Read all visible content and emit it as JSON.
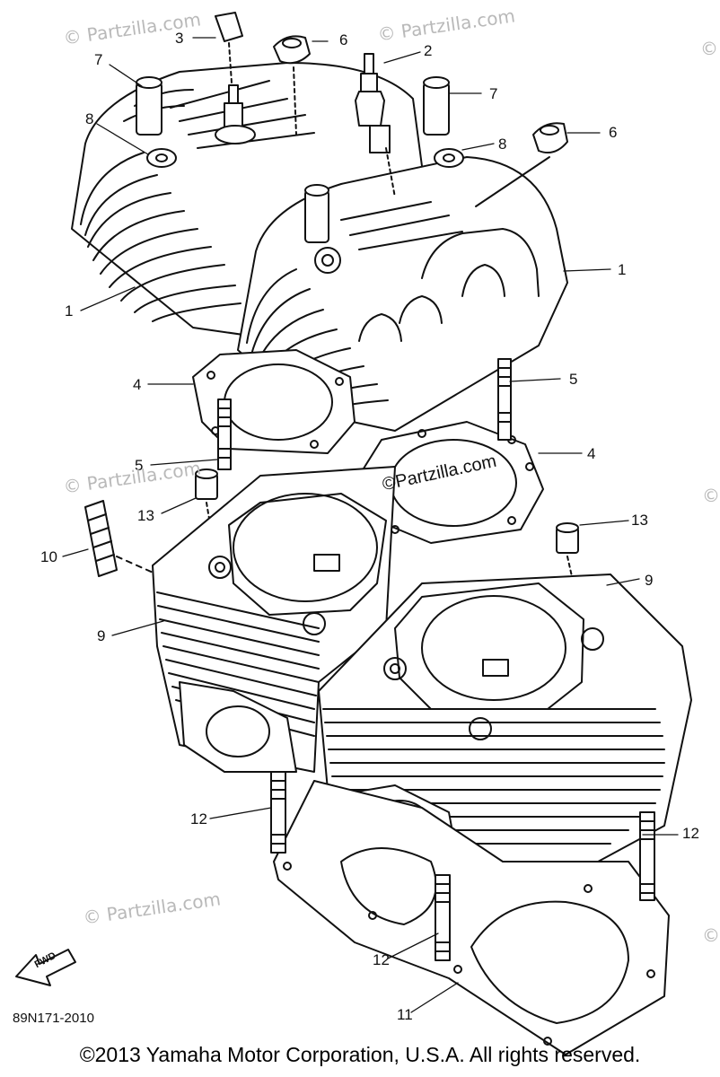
{
  "diagram": {
    "watermark": "© Partzilla.com",
    "watermark_main": "©Partzilla.com",
    "part_code": "89N171-2010",
    "fwd_label": "FWD",
    "copyright": "©2013 Yamaha Motor Corporation, U.S.A. All rights reserved.",
    "callouts": [
      {
        "id": "c3a",
        "label": "3"
      },
      {
        "id": "c6a",
        "label": "6"
      },
      {
        "id": "c2",
        "label": "2"
      },
      {
        "id": "c7a",
        "label": "7"
      },
      {
        "id": "c8a",
        "label": "8"
      },
      {
        "id": "c7b",
        "label": "7"
      },
      {
        "id": "c8b",
        "label": "8"
      },
      {
        "id": "c6b",
        "label": "6"
      },
      {
        "id": "c1a",
        "label": "1"
      },
      {
        "id": "c1b",
        "label": "1"
      },
      {
        "id": "c4a",
        "label": "4"
      },
      {
        "id": "c5a",
        "label": "5"
      },
      {
        "id": "c5b",
        "label": "5"
      },
      {
        "id": "c4b",
        "label": "4"
      },
      {
        "id": "c13a",
        "label": "13"
      },
      {
        "id": "c13b",
        "label": "13"
      },
      {
        "id": "c10",
        "label": "10"
      },
      {
        "id": "c9a",
        "label": "9"
      },
      {
        "id": "c9b",
        "label": "9"
      },
      {
        "id": "c12a",
        "label": "12"
      },
      {
        "id": "c12b",
        "label": "12"
      },
      {
        "id": "c12c",
        "label": "12"
      },
      {
        "id": "c11",
        "label": "11"
      }
    ]
  }
}
